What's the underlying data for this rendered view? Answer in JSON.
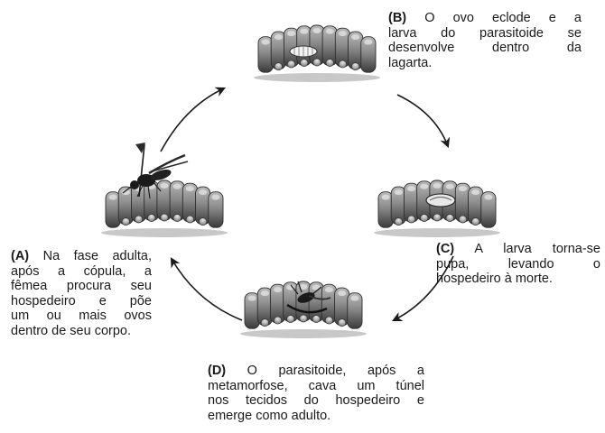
{
  "captions": {
    "b": {
      "label": "(B)",
      "lines": [
        "O ovo eclode e a",
        "larva do parasitoide se",
        "desenvolve dentro da",
        "lagarta."
      ]
    },
    "c": {
      "label": "(C)",
      "lines": [
        "A larva torna-se",
        "pupa, levando o",
        "hospedeiro à morte."
      ]
    },
    "a": {
      "label": "(A)",
      "lines": [
        "Na fase adulta,",
        "após a cópula, a",
        "fêmea procura seu",
        "hospedeiro e põe",
        "um ou mais ovos",
        "dentro de seu corpo."
      ]
    },
    "d": {
      "label": "(D)",
      "lines": [
        "O parasitoide, após a",
        "metamorfose, cava um túnel",
        "nos tecidos do hospedeiro e",
        "emerge como adulto."
      ]
    }
  },
  "colors": {
    "ink": "#1a1a1a",
    "body": "#8a8a8a",
    "shade": "#4a4a4a",
    "highlight": "#d8d8d8"
  }
}
